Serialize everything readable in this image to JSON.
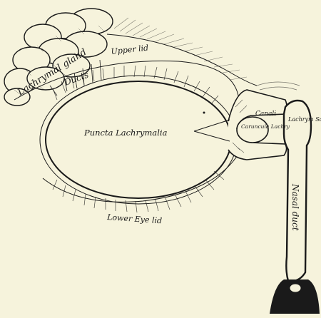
{
  "figure": {
    "background": "#f6f3dc",
    "ink": "#1a1a1a",
    "labels": {
      "lacrymal_gland": "Lachrymal gland",
      "ducts": "Ducts",
      "upper_lid": "Upper lid",
      "puncta": "Puncta Lachrymalia",
      "canaliculi": "Canali",
      "caruncle": "Caruncula Lachry",
      "sac": "Lachrym Sac",
      "lower_lid": "Lower Eye lid",
      "nasal_duct": "Nasal duct"
    }
  }
}
